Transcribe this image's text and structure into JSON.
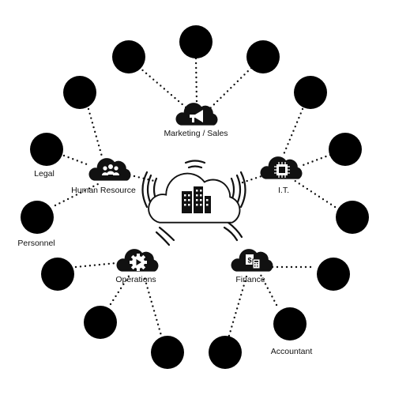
{
  "hub": {
    "icon": "office-building-icon",
    "waves": "wireless-signal-icon"
  },
  "departments": [
    {
      "id": "marketing",
      "label": "Marketing / Sales",
      "icon": "megaphone-icon"
    },
    {
      "id": "it",
      "label": "I.T.",
      "icon": "cpu-chip-icon"
    },
    {
      "id": "hr",
      "label": "Human Resource",
      "icon": "people-group-icon"
    },
    {
      "id": "operations",
      "label": "Operations",
      "icon": "gear-play-icon"
    },
    {
      "id": "finance",
      "label": "Finance",
      "icon": "calculator-icon"
    }
  ],
  "people_labels": {
    "legal": "Legal",
    "personnel": "Personnel",
    "accountant": "Accountant"
  },
  "colors": {
    "ink": "#111111",
    "background": "#ffffff"
  }
}
